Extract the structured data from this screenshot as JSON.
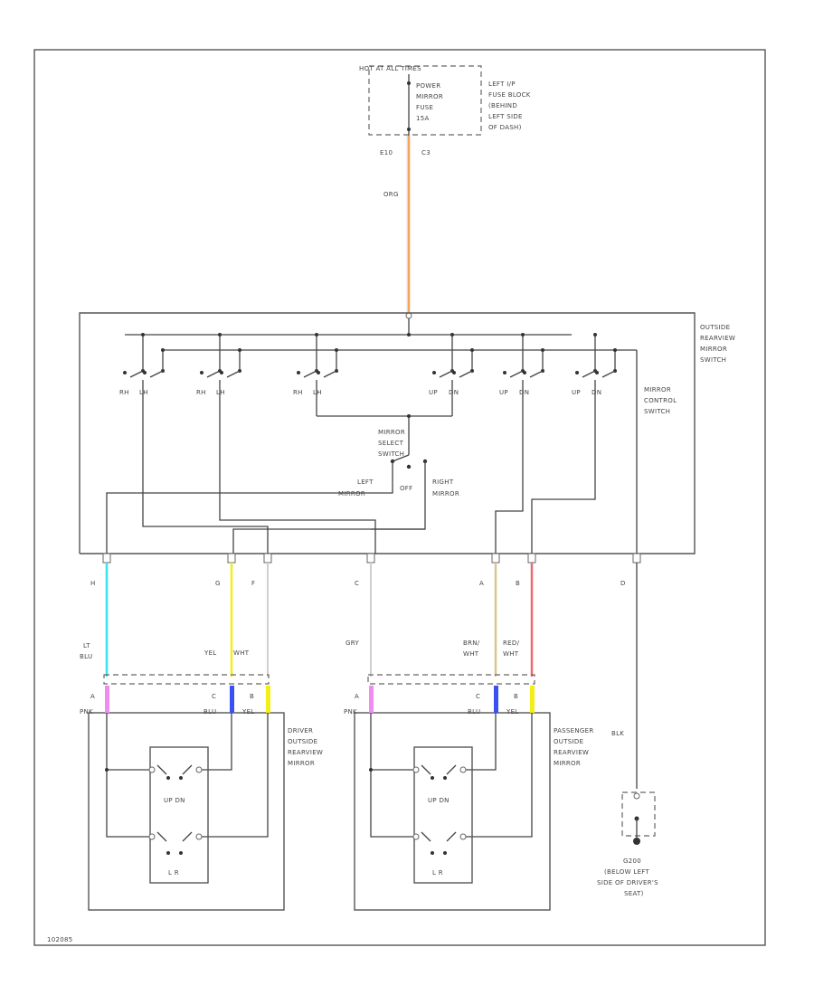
{
  "fuse": {
    "hot": "HOT AT ALL TIMES",
    "fuse_lines": [
      "POWER",
      "MIRROR",
      "FUSE",
      "15A"
    ],
    "location_lines": [
      "LEFT I/P",
      "FUSE BLOCK",
      "(BEHIND",
      "LEFT SIDE",
      "OF DASH)"
    ],
    "pin_e": "E10",
    "pin_c": "C3"
  },
  "wires": {
    "org": "ORG",
    "lt_blu": [
      "LT",
      "BLU"
    ],
    "yel": "YEL",
    "wht": "WHT",
    "gry": "GRY",
    "brn_wht": [
      "BRN/",
      "WHT"
    ],
    "red_wht": [
      "RED/",
      "WHT"
    ],
    "blk": "BLK"
  },
  "wire_colors": {
    "org": "#f5a35a",
    "lt_blu": "#38e3ee",
    "yel": "#f2ee1c",
    "brn": "#d8c690",
    "red": "#ee6a72",
    "pnk": "#f08cf0",
    "blu": "#3b50f0",
    "wht": "#cfcfcf"
  },
  "switch": {
    "outside_lines": [
      "OUTSIDE",
      "REARVIEW",
      "MIRROR",
      "SWITCH"
    ],
    "control_lines": [
      "MIRROR",
      "CONTROL",
      "SWITCH"
    ],
    "select_lines": [
      "MIRROR",
      "SELECT",
      "SWITCH"
    ],
    "left_mirror": [
      "LEFT",
      "MIRROR"
    ],
    "off": "OFF",
    "right_mirror": [
      "RIGHT",
      "MIRROR"
    ],
    "contact_labels": [
      "RH",
      "LH",
      "RH",
      "LH",
      "RH",
      "LH",
      "UP",
      "DN",
      "UP",
      "DN",
      "UP",
      "DN"
    ],
    "pins": [
      "H",
      "G",
      "F",
      "C",
      "A",
      "B",
      "D"
    ]
  },
  "driver_mirror": {
    "lines": [
      "DRIVER",
      "OUTSIDE",
      "REARVIEW",
      "MIRROR"
    ],
    "pins": [
      "A",
      "C",
      "B"
    ],
    "pin_colors": [
      "PNK",
      "BLU",
      "YEL"
    ],
    "up_dn": "UP DN",
    "lr": "L R"
  },
  "passenger_mirror": {
    "lines": [
      "PASSENGER",
      "OUTSIDE",
      "REARVIEW",
      "MIRROR"
    ],
    "pins": [
      "A",
      "C",
      "B"
    ],
    "pin_colors": [
      "PNK",
      "BLU",
      "YEL"
    ],
    "up_dn": "UP DN",
    "lr": "L R"
  },
  "ground": {
    "lines": [
      "G200",
      "(BELOW LEFT",
      "SIDE OF DRIVER'S",
      "SEAT)"
    ]
  },
  "footer": "102085"
}
